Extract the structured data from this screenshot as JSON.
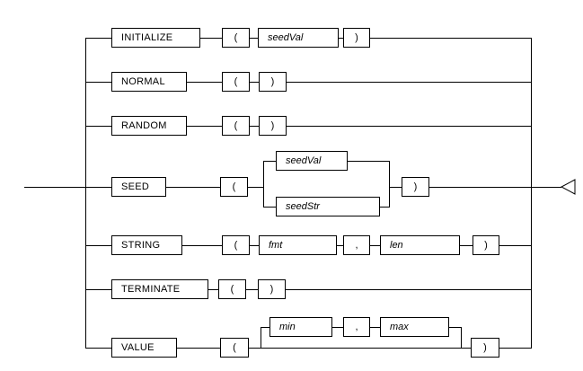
{
  "diagram": {
    "type": "railroad-syntax-diagram",
    "colors": {
      "background": "#ffffff",
      "line": "#000000",
      "box_border": "#000000",
      "text": "#000000"
    },
    "arrow_icon": "left-open-triangle-terminator",
    "rows": {
      "initialize": {
        "keyword": "INITIALIZE",
        "open": "(",
        "param": "seedVal",
        "close": ")"
      },
      "normal": {
        "keyword": "NORMAL",
        "open": "(",
        "close": ")"
      },
      "random": {
        "keyword": "RANDOM",
        "open": "(",
        "close": ")"
      },
      "seed": {
        "keyword": "SEED",
        "open": "(",
        "alt_top": "seedVal",
        "alt_bottom": "seedStr",
        "close": ")"
      },
      "string": {
        "keyword": "STRING",
        "open": "(",
        "param1": "fmt",
        "comma": ",",
        "param2": "len",
        "close": ")"
      },
      "terminate": {
        "keyword": "TERMINATE",
        "open": "(",
        "close": ")"
      },
      "value": {
        "keyword": "VALUE",
        "open": "(",
        "param1": "min",
        "comma": ",",
        "param2": "max",
        "close": ")"
      }
    }
  }
}
